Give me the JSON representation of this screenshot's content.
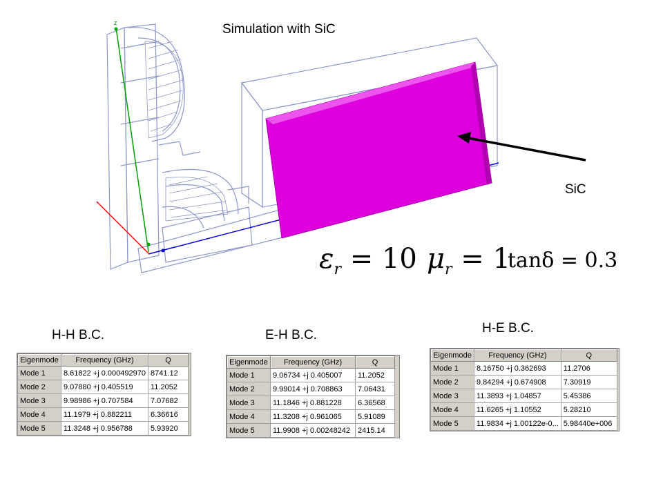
{
  "title": "Simulation with SiC",
  "material_label": "SiC",
  "colors": {
    "sic_block": "#dd00dd",
    "axis_x": "#00a000",
    "axis_y": "#0000dd",
    "axis_z": "#ee0000",
    "wire": "#8c96c8"
  },
  "equations": {
    "epsilon": {
      "symbol": "ε",
      "subscript": "r",
      "value": "= 10"
    },
    "mu": {
      "symbol": "μ",
      "subscript": "r",
      "value": "= 1"
    },
    "tan": {
      "text": "tanδ = 0.3"
    }
  },
  "axis_labels": {
    "vertical": "z"
  },
  "tables": [
    {
      "label": "H-H B.C.",
      "headers": [
        "Eigenmode",
        "Frequency (GHz)",
        "Q"
      ],
      "rows": [
        [
          "Mode 1",
          "8.61822 +j 0.000492970",
          "8741.12"
        ],
        [
          "Mode 2",
          "9.07880 +j 0.405519",
          "11.2052"
        ],
        [
          "Mode 3",
          "9.98986 +j 0.707584",
          "7.07682"
        ],
        [
          "Mode 4",
          "11.1979 +j 0.882211",
          "6.36616"
        ],
        [
          "Mode 5",
          "11.3248 +j 0.956788",
          "5.93920"
        ]
      ]
    },
    {
      "label": "E-H B.C.",
      "headers": [
        "Eigenmode",
        "Frequency (GHz)",
        "Q"
      ],
      "rows": [
        [
          "Mode 1",
          "9.06734 +j 0.405007",
          "11.2052"
        ],
        [
          "Mode 2",
          "9.99014 +j 0.708863",
          "7.06431"
        ],
        [
          "Mode 3",
          "11.1846 +j 0.881228",
          "6.36568"
        ],
        [
          "Mode 4",
          "11.3208 +j 0.961065",
          "5.91089"
        ],
        [
          "Mode 5",
          "11.9908 +j 0.00248242",
          "2415.14"
        ]
      ]
    },
    {
      "label": "H-E B.C.",
      "headers": [
        "Eigenmode",
        "Frequency (GHz)",
        "Q"
      ],
      "rows": [
        [
          "Mode 1",
          "8.16750 +j 0.362693",
          "11.2706"
        ],
        [
          "Mode 2",
          "9.84294 +j 0.674908",
          "7.30919"
        ],
        [
          "Mode 3",
          "11.3893 +j 1.04857",
          "5.45386"
        ],
        [
          "Mode 4",
          "11.6265 +j 1.10552",
          "5.28210"
        ],
        [
          "Mode 5",
          "11.9834 +j 1.00122e-0...",
          "5.98440e+006"
        ]
      ]
    }
  ]
}
